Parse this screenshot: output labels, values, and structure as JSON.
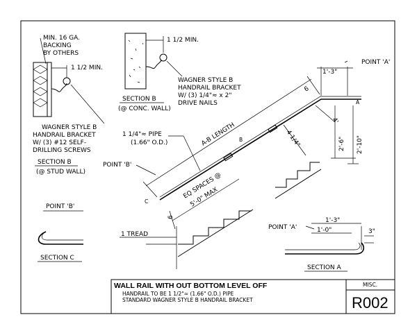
{
  "section_b_stud": {
    "backing": [
      "MIN. 16 GA.",
      "BACKING",
      "BY OTHERS"
    ],
    "dim": "1 1/2 MIN.",
    "bracket": [
      "WAGNER STYLE B",
      "HANDRAIL BRACKET",
      "W/ (3) #12 SELF-",
      "DRILLING SCREWS"
    ],
    "title": "SECTION B",
    "subtitle": "(@ STUD WALL)"
  },
  "section_b_conc": {
    "dim": "1 1/2 MIN.",
    "bracket": [
      "WAGNER STYLE B",
      "HANDRAIL BRACKET",
      "W/ (3) 1/4\"≈ x 2\"",
      "DRIVE NAILS"
    ],
    "title": "SECTION B",
    "subtitle": "(@ CONC. WALL)"
  },
  "main_view": {
    "point_a": "POINT 'A'",
    "point_b": "POINT 'B'",
    "dim_1_3": "1'-3\"",
    "dim_6": "6",
    "dim_4": "4'",
    "dim_2_6": "2'-6\"",
    "dim_2_10": "2'-10\"",
    "dim_4_14": "4 1/4\"",
    "ab_length": "A-B LENGTH",
    "pipe": [
      "1 1/4\"≈ PIPE",
      "(1.66\" O.D.)"
    ],
    "eq_spaces": [
      "EQ SPACES @",
      "5'-0\" MAX"
    ],
    "dim_6b": "6",
    "tread": "1 TREAD",
    "label_a": "A",
    "label_b": "B",
    "label_c": "C"
  },
  "section_c": {
    "point_b": "POINT 'B'",
    "title": "SECTION C"
  },
  "section_a": {
    "point_a": "POINT 'A'",
    "dim_1_3": "1'-3\"",
    "dim_1_0": "1'-0\"",
    "dim_3": "3\"",
    "title": "SECTION A"
  },
  "title_block": {
    "title": "WALL RAIL WITH OUT BOTTOM LEVEL OFF",
    "note1": "HANDRAIL TO BE 1 1/2\"≈ (1.66\" O.D.) PIPE",
    "note2": "STANDARD WAGNER STYLE B HANDRAIL BRACKET",
    "category": "MISC.",
    "code": "R002"
  }
}
